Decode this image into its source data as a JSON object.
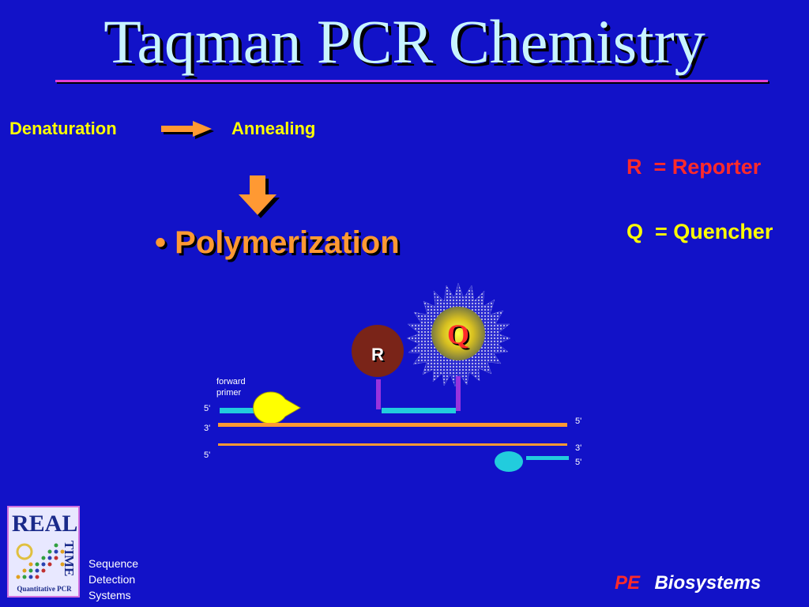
{
  "title": "Taqman PCR Chemistry",
  "steps": {
    "denaturation": "Denaturation",
    "annealing": "Annealing"
  },
  "bullet": {
    "symbol": "•",
    "text": "Polymerization"
  },
  "legend": {
    "reporter_symbol": "R",
    "reporter_text": "= Reporter",
    "quencher_symbol": "Q",
    "quencher_text": "= Quencher"
  },
  "diagram": {
    "reporter_label": "R",
    "quencher_label": "Q",
    "primer_label_line1": "forward",
    "primer_label_line2": "primer",
    "end_labels": {
      "top_left_5": "5'",
      "top_left_3": "3'",
      "bottom_left_5": "5'",
      "top_right_5": "5'",
      "bottom_right_3": "3'",
      "bottom_right_5": "5'"
    }
  },
  "logo": {
    "word_real": "REAL",
    "word_time": "TIME",
    "subtitle": "Quantitative PCR"
  },
  "footer": {
    "seq_line1": "Sequence",
    "seq_line2": "Detection",
    "seq_line3": "Systems",
    "brand_pe": "PE",
    "brand_rest": "Biosystems"
  },
  "colors": {
    "background": "#1212c8",
    "step_text": "#ffff00",
    "polymerization": "#ff9933",
    "reporter_red": "#ff2a2a",
    "quencher_yellow": "#ffff00",
    "strand_orange": "#ff9933",
    "probe_cyan": "#22ccdd",
    "linker_purple": "#9933dd"
  }
}
